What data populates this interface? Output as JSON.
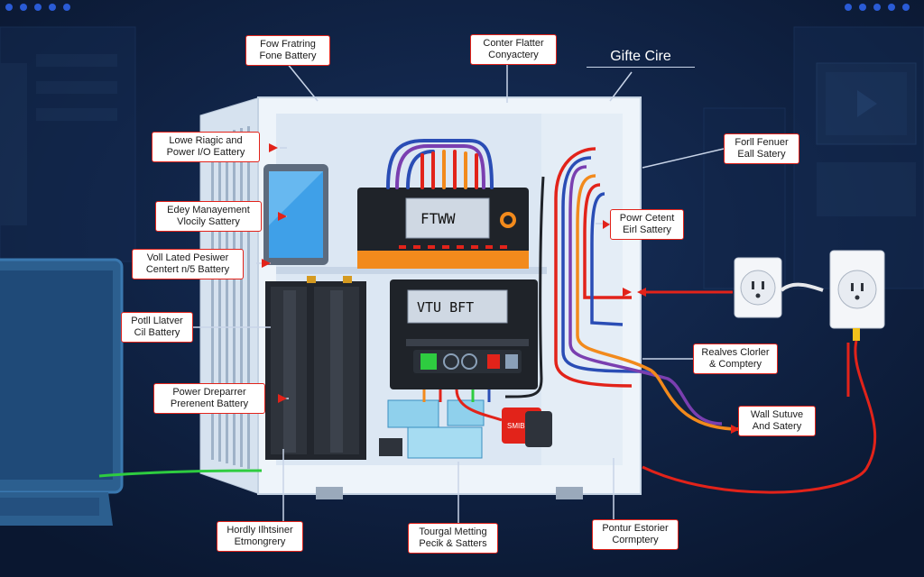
{
  "diagram": {
    "title": "Gifte Cire",
    "display_top": "FTWW",
    "display_bottom": "VTU BFT",
    "mini_label": "SMIB",
    "callouts": [
      {
        "id": "top-left",
        "lines": [
          "Fow Fratring",
          "Fone Battery"
        ]
      },
      {
        "id": "top-center",
        "lines": [
          "Conter Flatter",
          "Conyactery"
        ]
      },
      {
        "id": "left-1",
        "lines": [
          "Lowe Riagic and",
          "Power I/O Eattery"
        ]
      },
      {
        "id": "left-2",
        "lines": [
          "Edey Manayement",
          "Vlocily Sattery"
        ]
      },
      {
        "id": "left-3",
        "lines": [
          "Voll Lated Pesiwer",
          "Centert n/5 Battery"
        ]
      },
      {
        "id": "left-4",
        "lines": [
          "Potll Llatver",
          "Cil Battery"
        ]
      },
      {
        "id": "left-5",
        "lines": [
          "Power Dreparrer",
          "Prerenent Battery"
        ]
      },
      {
        "id": "bottom-left",
        "lines": [
          "Hordly Ilhtsiner",
          "Etmongrery"
        ]
      },
      {
        "id": "bottom-center",
        "lines": [
          "Tourgal Metting",
          "Pecik & Satters"
        ]
      },
      {
        "id": "bottom-right",
        "lines": [
          "Pontur Estorier",
          "Cormptery"
        ]
      },
      {
        "id": "right-1",
        "lines": [
          "Forll Fenuer",
          "Eall Satery"
        ]
      },
      {
        "id": "right-2",
        "lines": [
          "Powr Cetent",
          "Eirl Sattery"
        ]
      },
      {
        "id": "right-3",
        "lines": [
          "Realves Clorler",
          "& Comptery"
        ]
      },
      {
        "id": "right-4",
        "lines": [
          "Wall Sutuve",
          "And Satery"
        ]
      }
    ]
  },
  "colors": {
    "background": "#0d1e3b",
    "cabinet": "#e6eef7",
    "callout_border": "#e2231a",
    "wire_red": "#e2231a",
    "wire_blue": "#2a4db5",
    "wire_orange": "#f28a1c",
    "wire_purple": "#7a3fb0",
    "wire_green": "#2ecc40"
  }
}
